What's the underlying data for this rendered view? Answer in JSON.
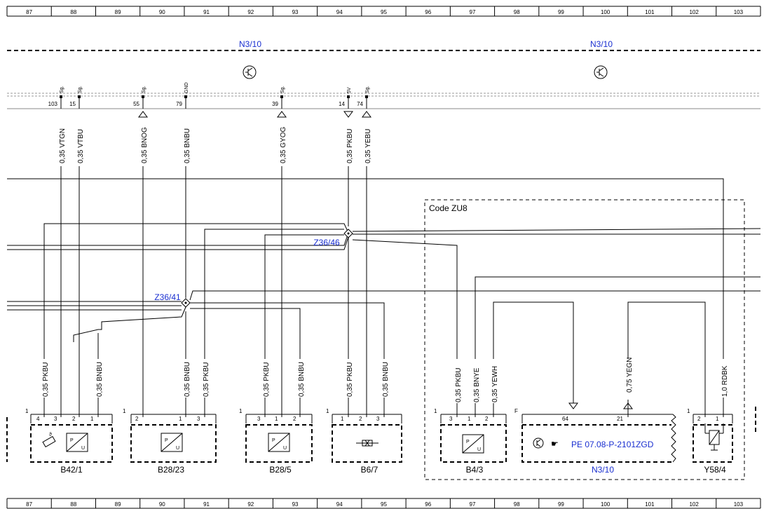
{
  "grid_numbers": [
    "87",
    "88",
    "89",
    "90",
    "91",
    "92",
    "93",
    "94",
    "95",
    "96",
    "97",
    "98",
    "99",
    "100",
    "101",
    "102",
    "103"
  ],
  "control_unit": {
    "left_label": "N3/10",
    "right_label": "N3/10"
  },
  "top_pins": [
    {
      "num": "103",
      "sig": "Sg.",
      "wire": "0,35 VTGN"
    },
    {
      "num": "15",
      "sig": "Sg.",
      "wire": "0,35 VTBU"
    },
    {
      "num": "55",
      "sig": "Sg.",
      "wire": "0,35 BNOG"
    },
    {
      "num": "79",
      "sig": "GND",
      "wire": "0,35 BNBU"
    },
    {
      "num": "39",
      "sig": "Sg.",
      "wire": "0,35 GYOG"
    },
    {
      "num": "14",
      "sig": "5V",
      "wire": "0,35 PKBU"
    },
    {
      "num": "74",
      "sig": "Sg.",
      "wire": "0,35 YEBU"
    }
  ],
  "junctions": {
    "z46": "Z36/46",
    "z41": "Z36/41"
  },
  "code_box": {
    "label": "Code ZU8"
  },
  "bottom_wires": {
    "w1": "0,35 PKBU",
    "w2": "0,35 BNBU",
    "w3": "0,35 BNBU",
    "w4": "0,35 PKBU",
    "w5": "0,35 PKBU",
    "w6": "0,35 BNBU",
    "w7": "0,35 PKBU",
    "w8": "0,35 BNBU",
    "w9": "0,35 PKBU",
    "w10": "0,35 BNYE",
    "w11": "0,35 YEWH",
    "w12": "0,75 YEGN",
    "w13": "1,0 RDBK"
  },
  "components": {
    "b42": {
      "name": "B42/1",
      "conn": "1",
      "pins": [
        "4",
        "3",
        "2",
        "1"
      ]
    },
    "b2823": {
      "name": "B28/23",
      "conn": "1",
      "pins": [
        "2",
        "1",
        "3"
      ]
    },
    "b285": {
      "name": "B28/5",
      "conn": "1",
      "pins": [
        "3",
        "1",
        "2"
      ]
    },
    "b67": {
      "name": "B6/7",
      "conn": "1",
      "pins": [
        "1",
        "2",
        "3"
      ]
    },
    "b43": {
      "name": "B4/3",
      "conn": "1",
      "pins": [
        "3",
        "1",
        "2"
      ]
    },
    "n310": {
      "name": "N3/10",
      "conn": "F",
      "pins": [
        "64",
        "21"
      ],
      "ref": "PE 07.08-P-2101ZGD"
    },
    "y584": {
      "name": "Y58/4",
      "conn": "1",
      "pins": [
        "2",
        "1"
      ]
    }
  }
}
